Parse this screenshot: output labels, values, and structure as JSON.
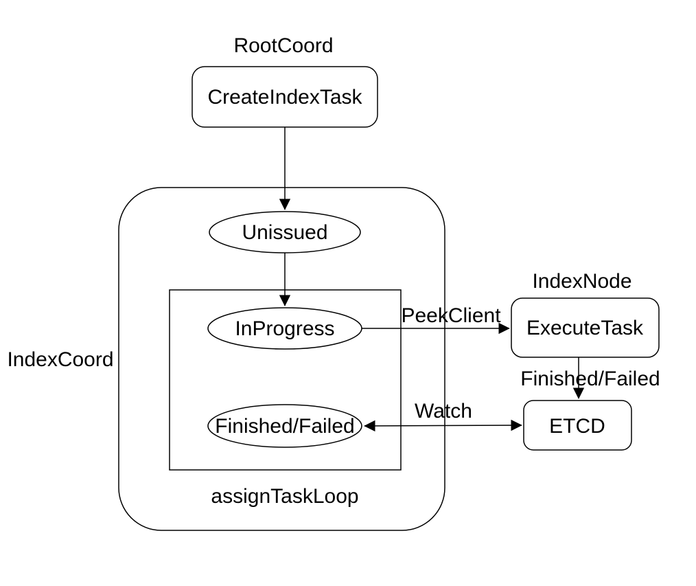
{
  "colors": {
    "background": "#ffffff",
    "stroke": "#000000",
    "text": "#000000"
  },
  "containers": {
    "root_coord": {
      "label": "RootCoord"
    },
    "index_coord": {
      "label": "IndexCoord"
    },
    "index_node": {
      "label": "IndexNode"
    },
    "assign_task_loop": {
      "label": "assignTaskLoop"
    }
  },
  "nodes": {
    "create_index_task": {
      "label": "CreateIndexTask",
      "shape": "rounded-rect"
    },
    "unissued": {
      "label": "Unissued",
      "shape": "ellipse"
    },
    "in_progress": {
      "label": "InProgress",
      "shape": "ellipse"
    },
    "finished_failed": {
      "label": "Finished/Failed",
      "shape": "ellipse"
    },
    "execute_task": {
      "label": "ExecuteTask",
      "shape": "rounded-rect"
    },
    "etcd": {
      "label": "ETCD",
      "shape": "rounded-rect"
    }
  },
  "edges": {
    "create_to_unissued": {
      "label": "",
      "from": "create_index_task",
      "to": "unissued",
      "direction": "single"
    },
    "unissued_to_in_progress": {
      "label": "",
      "from": "unissued",
      "to": "in_progress",
      "direction": "single"
    },
    "peek_client": {
      "label": "PeekClient",
      "from": "in_progress",
      "to": "execute_task",
      "direction": "single"
    },
    "finished_failed_edge": {
      "label": "Finished/Failed",
      "from": "execute_task",
      "to": "etcd",
      "direction": "single"
    },
    "watch": {
      "label": "Watch",
      "from": "finished_failed",
      "to": "etcd",
      "direction": "double"
    }
  }
}
